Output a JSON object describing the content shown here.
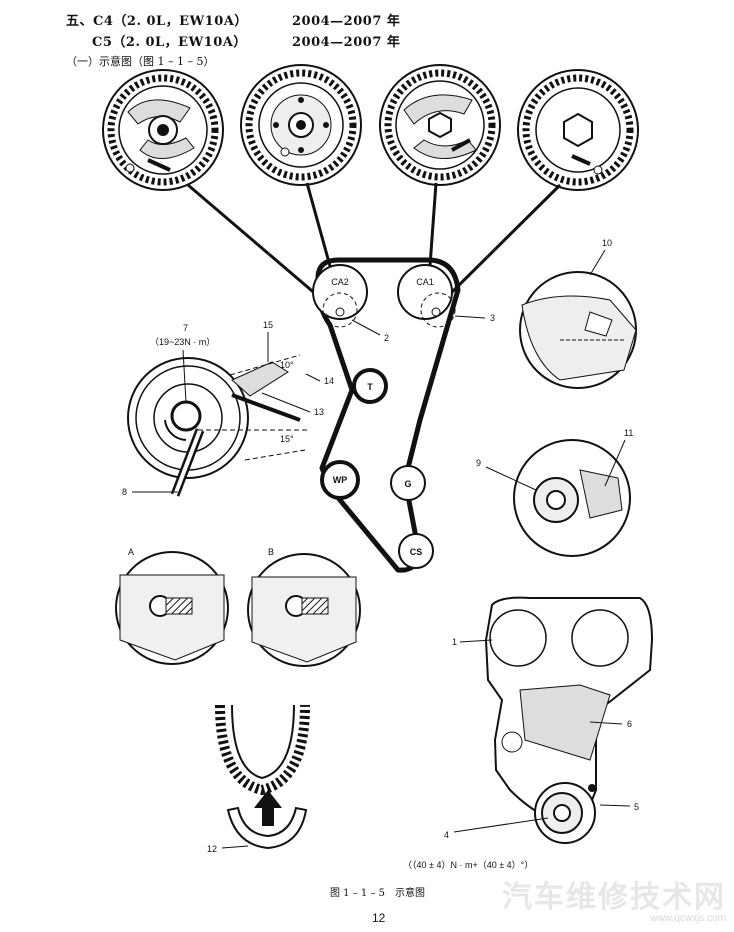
{
  "header": {
    "line1_model": "五、C4（2. 0L，EW10A）",
    "line1_years": "2004—2007 年",
    "line2_model": "C5（2. 0L，EW10A）",
    "line2_years": "2004—2007 年",
    "section": "（一）示意图（图 1 – 1 – 5）"
  },
  "diagram": {
    "pulleys": {
      "ca2": "CA2",
      "ca1": "CA1",
      "t": "T",
      "wp": "WP",
      "g": "G",
      "cs": "CS"
    },
    "callouts": {
      "n1": "1",
      "n2": "2",
      "n3": "3",
      "n4": "4",
      "n5": "5",
      "n6": "6",
      "n7": "7",
      "n8": "8",
      "n9": "9",
      "n10": "10",
      "n11": "11",
      "n12": "12",
      "n13": "13",
      "n14": "14",
      "n15": "15"
    },
    "torque_7": "（19~23N · m）",
    "angle_10": "10°",
    "angle_15": "15°",
    "view_a": "A",
    "view_b": "B",
    "torque_bottom": "（（40 ± 4）N · m+（40 ± 4）°）"
  },
  "caption": "图 1 – 1 – 5　示意图",
  "page_number": "12",
  "watermark": {
    "text": "汽车维修技术网",
    "url": "www.qcwxjs.com"
  }
}
